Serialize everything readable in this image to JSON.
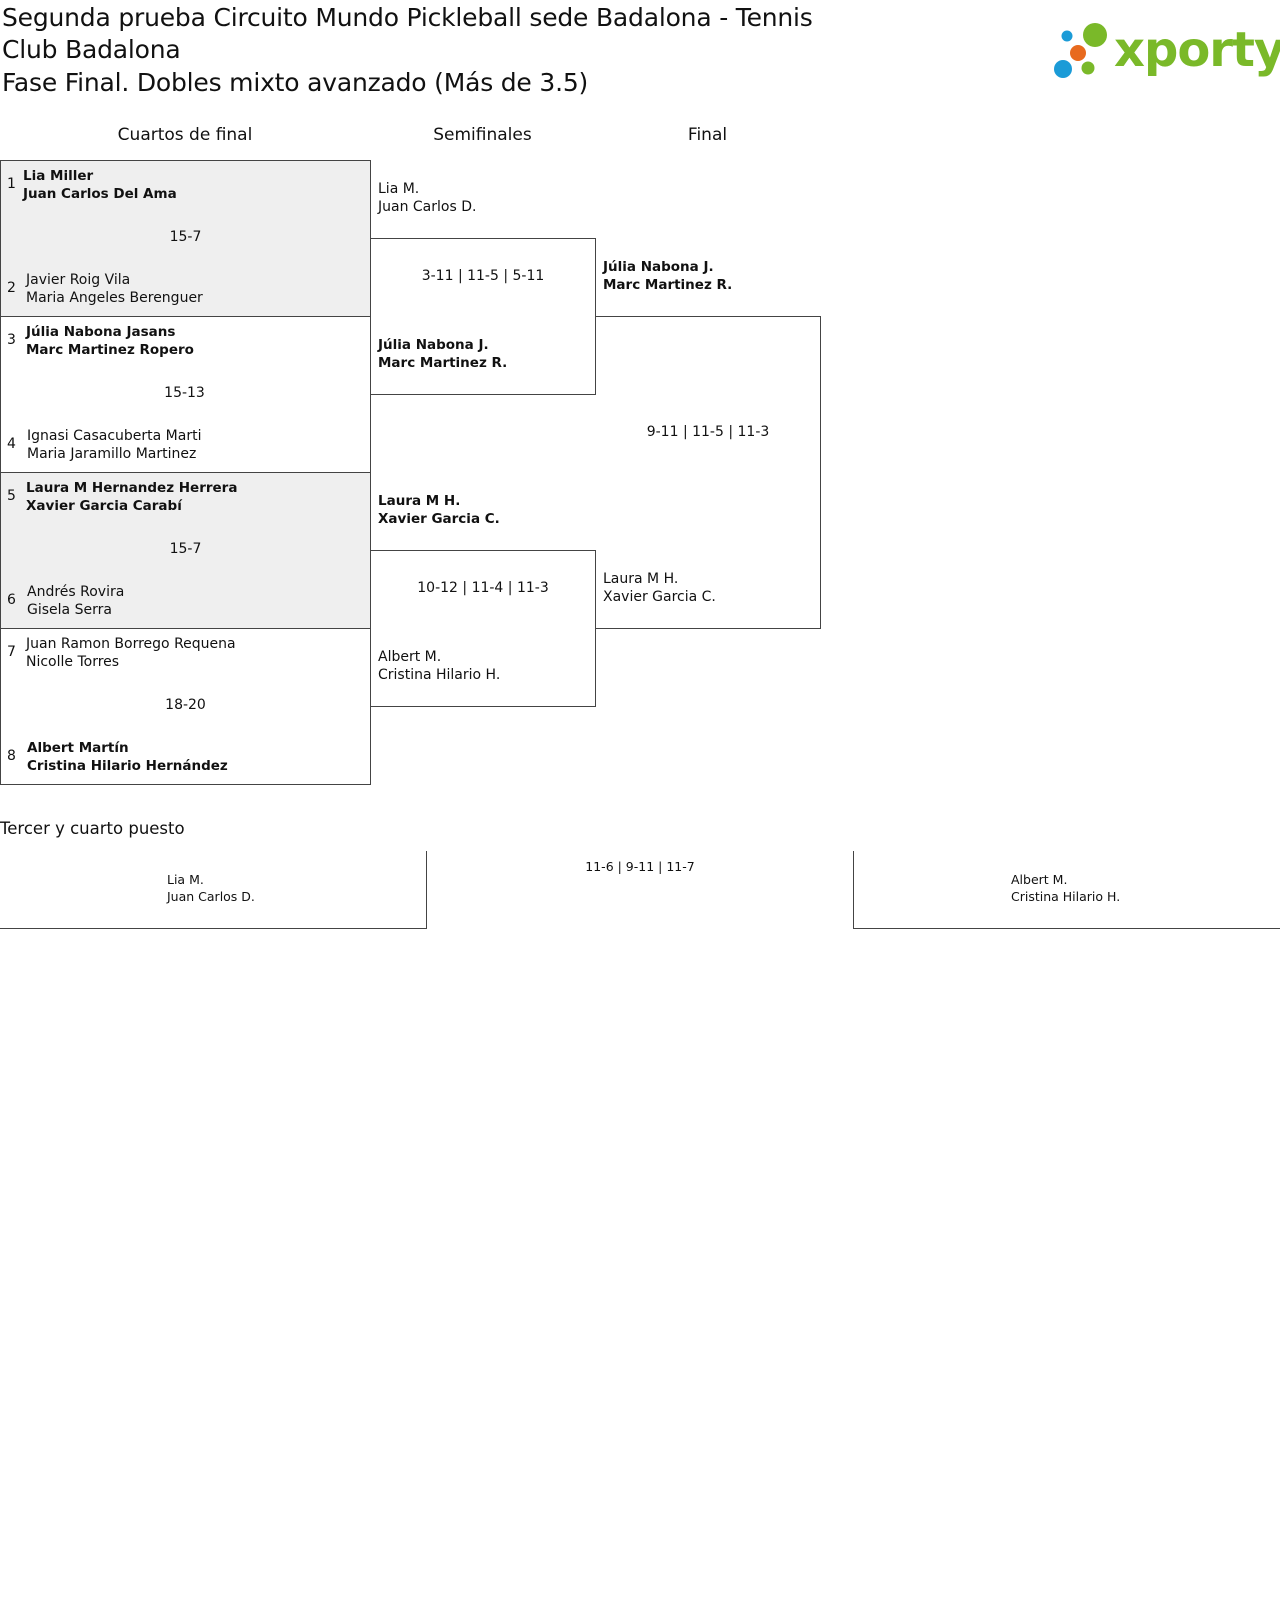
{
  "header": {
    "title_line1": "Segunda prueba Circuito Mundo Pickleball sede Badalona - Tennis",
    "title_line2": "Club Badalona",
    "title_line3": "Fase Final. Dobles mixto avanzado (Más de 3.5)",
    "logo_text": "xporty",
    "colors": {
      "logo_green": "#7ab929",
      "logo_blue": "#1b9bd7",
      "logo_orange": "#e86a1e"
    }
  },
  "rounds": {
    "quarterfinals": "Cuartos de final",
    "semifinals": "Semifinales",
    "final": "Final"
  },
  "quarterfinals": [
    {
      "score": "15-7",
      "top": {
        "seed": "1",
        "p1": "Lia Miller",
        "p2": "Juan Carlos Del Ama",
        "winner": true
      },
      "bottom": {
        "seed": "2",
        "p1": "Javier Roig Vila",
        "p2": "Maria Angeles Berenguer",
        "winner": false
      }
    },
    {
      "score": "15-13",
      "top": {
        "seed": "3",
        "p1": "Júlia Nabona Jasans",
        "p2": "Marc Martinez Ropero",
        "winner": true
      },
      "bottom": {
        "seed": "4",
        "p1": "Ignasi Casacuberta Marti",
        "p2": "Maria Jaramillo Martinez",
        "winner": false
      }
    },
    {
      "score": "15-7",
      "top": {
        "seed": "5",
        "p1": "Laura M Hernandez Herrera",
        "p2": "Xavier Garcia Carabí",
        "winner": true
      },
      "bottom": {
        "seed": "6",
        "p1": "Andrés Rovira",
        "p2": "Gisela Serra",
        "winner": false
      }
    },
    {
      "score": "18-20",
      "top": {
        "seed": "7",
        "p1": "Juan Ramon Borrego Requena",
        "p2": "Nicolle Torres",
        "winner": false
      },
      "bottom": {
        "seed": "8",
        "p1": "Albert Martín",
        "p2": "Cristina Hilario Hernández",
        "winner": true
      }
    }
  ],
  "semifinals": [
    {
      "score": "3-11 | 11-5 | 5-11",
      "top": {
        "p1": "Lia M.",
        "p2": "Juan Carlos D.",
        "winner": false
      },
      "bottom": {
        "p1": "Júlia Nabona J.",
        "p2": "Marc Martinez R.",
        "winner": true
      }
    },
    {
      "score": "10-12 | 11-4 | 11-3",
      "top": {
        "p1": "Laura M H.",
        "p2": "Xavier Garcia C.",
        "winner": true
      },
      "bottom": {
        "p1": "Albert M.",
        "p2": "Cristina Hilario H.",
        "winner": false
      }
    }
  ],
  "final": {
    "score": "9-11 | 11-5 | 11-3",
    "top": {
      "p1": "Júlia Nabona J.",
      "p2": "Marc Martinez R.",
      "winner": true
    },
    "bottom": {
      "p1": "Laura M H.",
      "p2": "Xavier Garcia C.",
      "winner": false
    }
  },
  "third_place": {
    "title": "Tercer y cuarto puesto",
    "score": "11-6 | 9-11 | 11-7",
    "left": {
      "p1": "Lia M.",
      "p2": "Juan Carlos D."
    },
    "right": {
      "p1": "Albert M.",
      "p2": "Cristina Hilario H."
    }
  }
}
